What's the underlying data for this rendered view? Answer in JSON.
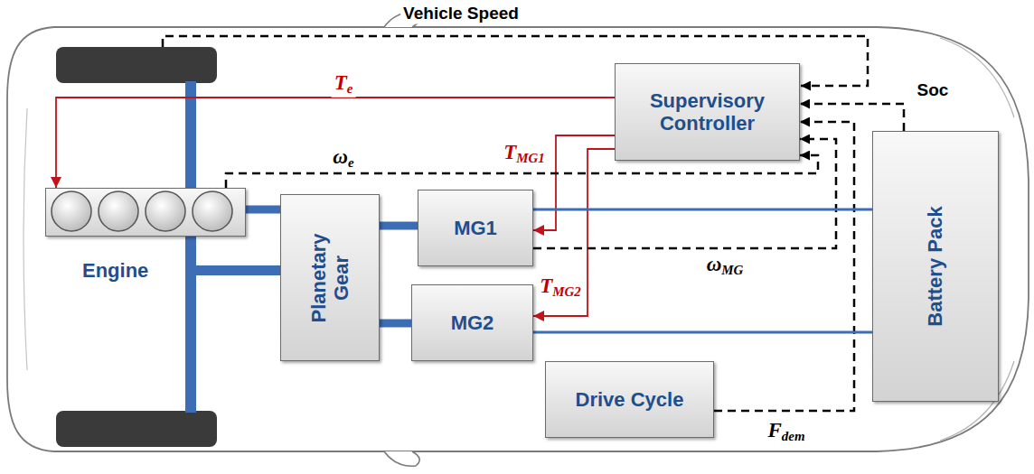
{
  "diagram": {
    "nodes": [
      {
        "text": [
          "Supervisory Controller"
        ]
      },
      {
        "text": [
          "Engine"
        ]
      },
      {
        "text": [
          "Planetary Gear"
        ]
      },
      {
        "text": [
          "MG1"
        ]
      },
      {
        "text": [
          "MG2"
        ]
      },
      {
        "text": [
          "Battery Pack"
        ]
      },
      {
        "text": [
          "Drive Cycle"
        ]
      }
    ],
    "edges": [
      {
        "from": 0,
        "to": 1,
        "arrow": "to",
        "label": "Te"
      },
      {
        "from": 0,
        "to": 3,
        "arrow": "to",
        "label": "TMG1"
      },
      {
        "from": 0,
        "to": 4,
        "arrow": "to",
        "label": "TMG2"
      },
      {
        "from": 1,
        "to": 0,
        "arrow": "to",
        "label": "ωe"
      },
      {
        "from": 3,
        "to": 0,
        "arrow": "to",
        "label": "ωMG"
      },
      {
        "from": 5,
        "to": 0,
        "arrow": "to",
        "label": "Soc"
      },
      {
        "from": 6,
        "to": 0,
        "arrow": "to",
        "label": "Fdem"
      },
      {
        "from": 1,
        "to": 2,
        "arrow": "none"
      },
      {
        "from": 2,
        "to": 3,
        "arrow": "none"
      },
      {
        "from": 2,
        "to": 4,
        "arrow": "none"
      },
      {
        "from": 3,
        "to": 5,
        "arrow": "none"
      },
      {
        "from": 4,
        "to": 5,
        "arrow": "none"
      }
    ],
    "labels": [
      "Vehicle Speed"
    ]
  }
}
